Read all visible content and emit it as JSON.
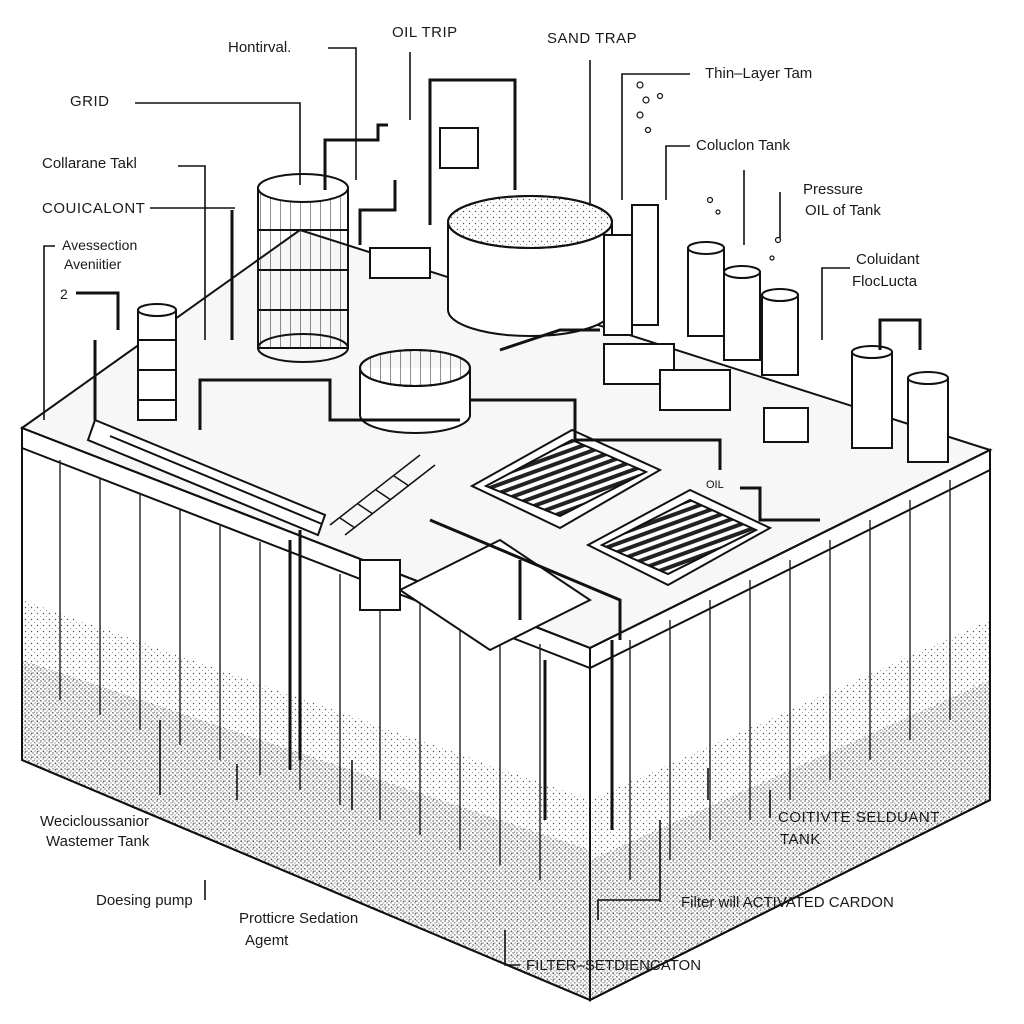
{
  "labels": {
    "horizontal": "Hontirval.",
    "oil_trip": "OIL TRIP",
    "sand_trap": "SAND TRAP",
    "thin_layer": "Thin–Layer Tam",
    "grid": "GRID",
    "collarane_tank": "Collarane Takl",
    "coulcalont": "COUICALONT",
    "coluclon_tank": "Coluclon Tank",
    "pressure_line1": "Pressure",
    "pressure_line2": "OIL of Tank",
    "avesection_line1": "Avessection",
    "avesection_line2": "Aveniitier",
    "number_2": "2",
    "coluidant_line1": "Coluidant",
    "coluidant_line2": "FlocLucta",
    "wastewater_line1": "Wecicloussanior",
    "wastewater_line2": "Wastemer Tank",
    "cotivte_line1": "COITIVTE SELDUANT",
    "cotivte_line2": "TANK",
    "dosing_pump": "Doesing pump",
    "protticre_line1": "Protticre Sedation",
    "protticre_line2": "Agemt",
    "filter_carbon": "Filter will ACTIVATED CARDON",
    "filter_sedimentation": "FILTER–SETDIENCATON",
    "oil_small": "OIL"
  }
}
